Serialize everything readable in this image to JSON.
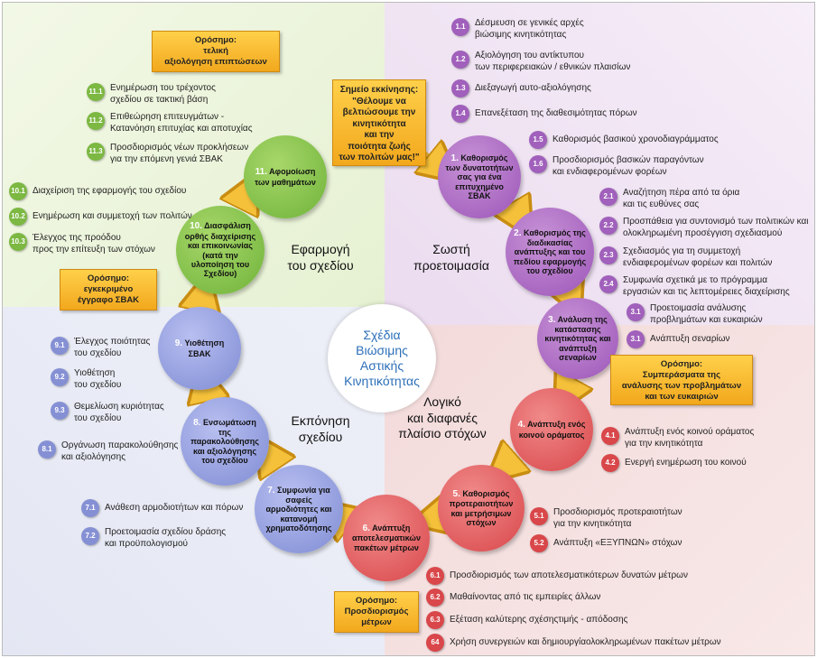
{
  "center_title": [
    "Σχέδια",
    "Βιώσιμης",
    "Αστικής",
    "Κινητικότητας"
  ],
  "phases": {
    "implementation": [
      "Εφαρμογή",
      "του σχεδίου"
    ],
    "preparation": [
      "Σωστή",
      "προετοιμασία"
    ],
    "drafting": [
      "Εκπόνηση",
      "σχεδίου"
    ],
    "goals": [
      "Λογικό",
      "και διαφανές",
      "πλαίσιο στόχων"
    ]
  },
  "start_box": [
    "Σημείο εκκίνησης:",
    "\"Θέλουμε να",
    "βελτιώσουμε την",
    "κινητικότητα",
    "και την",
    "ποιότητα ζωής",
    "των πολιτών μας!\""
  ],
  "milestones": {
    "final": [
      "Ορόσημο:",
      "τελική",
      "αξιολόγηση επιπτώσεων"
    ],
    "approved": [
      "Ορόσημο:",
      "εγκεκριμένο",
      "έγγραφο ΣΒΑΚ"
    ],
    "conclusions": [
      "Ορόσημο:",
      "Συμπεράσματα της",
      "ανάλυσης των προβλημάτων",
      "και των ευκαιριών"
    ],
    "measures": [
      "Ορόσημο:",
      "Προσδιορισμός",
      "μέτρων"
    ]
  },
  "steps": [
    {
      "num": "1.",
      "label": "Καθορισμός των δυνατοτήτων σας για ένα επιτυχημένο ΣΒΑΚ"
    },
    {
      "num": "2.",
      "label": "Καθορισμός της διαδικασίας ανάπτυξης και του πεδίου εφαρμογής του σχεδίου"
    },
    {
      "num": "3.",
      "label": "Ανάλυση της κατάστασης κινητικότητας και ανάπτυξη σεναρίων"
    },
    {
      "num": "4.",
      "label": "Ανάπτυξη ενός κοινού οράματος"
    },
    {
      "num": "5.",
      "label": "Καθορισμός προτεραιοτήτων και μετρήσιμων στόχων"
    },
    {
      "num": "6.",
      "label": "Ανάπτυξη αποτελεσματικών πακέτων μέτρων"
    },
    {
      "num": "7.",
      "label": "Συμφωνία για σαφείς αρμοδιότητες και κατανομή χρηματοδότησης"
    },
    {
      "num": "8.",
      "label": "Ενσωμάτωση της παρακολούθησης και αξιολόγησης του σχεδίου"
    },
    {
      "num": "9.",
      "label": "Υιοθέτηση ΣΒΑΚ"
    },
    {
      "num": "10.",
      "label": "Διασφάλιση ορθής διαχείρισης και επικοινωνίας (κατά την υλοποίηση του Σχεδίου)"
    },
    {
      "num": "11.",
      "label": "Αφομοίωση των μαθημάτων"
    }
  ],
  "substeps": {
    "s1_1": {
      "num": "1.1",
      "text": [
        "Δέσμευση σε γενικές αρχές",
        "βιώσιμης κινητικότητας"
      ]
    },
    "s1_2": {
      "num": "1.2",
      "text": [
        "Αξιολόγηση του αντίκτυπου",
        "των περιφερειακών / εθνικών πλαισίων"
      ]
    },
    "s1_3": {
      "num": "1.3",
      "text": [
        "Διεξαγωγή αυτο-αξιολόγησης"
      ]
    },
    "s1_4": {
      "num": "1.4",
      "text": [
        "Επανεξέταση της διαθεσιμότητας πόρων"
      ]
    },
    "s1_5": {
      "num": "1.5",
      "text": [
        "Καθορισμός βασικού χρονοδιαγράμματος"
      ]
    },
    "s1_6": {
      "num": "1.6",
      "text": [
        "Προσδιορισμός βασικών παραγόντων",
        "και ενδιαφερομένων φορέων"
      ]
    },
    "s2_1": {
      "num": "2.1",
      "text": [
        "Αναζήτηση πέρα από τα όρια",
        "και τις ευθύνες σας"
      ]
    },
    "s2_2": {
      "num": "2.2",
      "text": [
        "Προσπάθεια για συντονισμό των πολιτικών και",
        "ολοκληρωμένη προσέγγιση σχεδιασμού"
      ]
    },
    "s2_3": {
      "num": "2.3",
      "text": [
        "Σχεδιασμός για τη συμμετοχή",
        "ενδιαφερομένων φορέων και πολιτών"
      ]
    },
    "s2_4": {
      "num": "2.4",
      "text": [
        "Συμφωνία σχετικά με το πρόγραμμα",
        "εργασιών και τις λεπτομέρειες διαχείρισης"
      ]
    },
    "s3_1a": {
      "num": "3.1",
      "text": [
        "Προετοιμασία ανάλυσης",
        "προβλημάτων και ευκαιριών"
      ]
    },
    "s3_1b": {
      "num": "3.1",
      "text": [
        "Ανάπτυξη σεναρίων"
      ]
    },
    "s4_1": {
      "num": "4.1",
      "text": [
        "Ανάπτυξη ενός κοινού οράματος",
        "για την κινητικότητα"
      ]
    },
    "s4_2": {
      "num": "4.2",
      "text": [
        "Ενεργή ενημέρωση του κοινού"
      ]
    },
    "s5_1": {
      "num": "5.1",
      "text": [
        "Προσδιορισμός προτεραιοτήτων",
        "για την κινητικότητα"
      ]
    },
    "s5_2": {
      "num": "5.2",
      "text": [
        "Ανάπτυξη «ΕΞΥΠΝΩΝ» στόχων"
      ]
    },
    "s6_1": {
      "num": "6.1",
      "text": [
        "Προσδιορισμός των αποτελεσματικότερων δυνατών μέτρων"
      ]
    },
    "s6_2": {
      "num": "6.2",
      "text": [
        "Μαθαίνοντας από τις εμπειρίες άλλων"
      ]
    },
    "s6_3": {
      "num": "6.3",
      "text": [
        "Εξέταση καλύτερης σχέσηςτιμής - απόδοσης"
      ]
    },
    "s6_4": {
      "num": "64",
      "text": [
        "Χρήση συνεργειών και δημιουργίαολοκληρωμένων πακέτων μέτρων"
      ]
    },
    "s7_1": {
      "num": "7.1",
      "text": [
        "Ανάθεση αρμοδιοτήτων και πόρων"
      ]
    },
    "s7_2": {
      "num": "7.2",
      "text": [
        "Προετοιμασία σχεδίου δράσης",
        "και προϋπολογισμού"
      ]
    },
    "s8_1": {
      "num": "8.1",
      "text": [
        "Οργάνωση παρακολούθησης",
        "και αξιολόγησης"
      ]
    },
    "s9_1": {
      "num": "9.1",
      "text": [
        "Έλεγχος ποιότητας",
        "του σχεδίου"
      ]
    },
    "s9_2": {
      "num": "9.2",
      "text": [
        "Υιοθέτηση",
        "του σχεδίου"
      ]
    },
    "s9_3": {
      "num": "9.3",
      "text": [
        "Θεμελίωση κυριότητας",
        "του σχεδίου"
      ]
    },
    "s10_1": {
      "num": "10.1",
      "text": [
        "Διαχείριση της εφαρμογής του σχεδίου"
      ]
    },
    "s10_2": {
      "num": "10.2",
      "text": [
        "Ενημέρωση και συμμετοχή των πολιτών"
      ]
    },
    "s10_3": {
      "num": "10.3",
      "text": [
        "Έλεγχος της προόδου",
        "προς την επίτευξη των στόχων"
      ]
    },
    "s11_1": {
      "num": "11.1",
      "text": [
        "Ενημέρωση του τρέχοντος",
        "σχεδίου σε τακτική βάση"
      ]
    },
    "s11_2": {
      "num": "11.2",
      "text": [
        "Επιθεώρηση επιτευγμάτων -",
        "Κατανόηση επιτυχίας και αποτυχίας"
      ]
    },
    "s11_3": {
      "num": "11.3",
      "text": [
        "Προσδιορισμός νέων προκλήσεων",
        "για την επόμενη γενιά ΣΒΑΚ"
      ]
    }
  }
}
